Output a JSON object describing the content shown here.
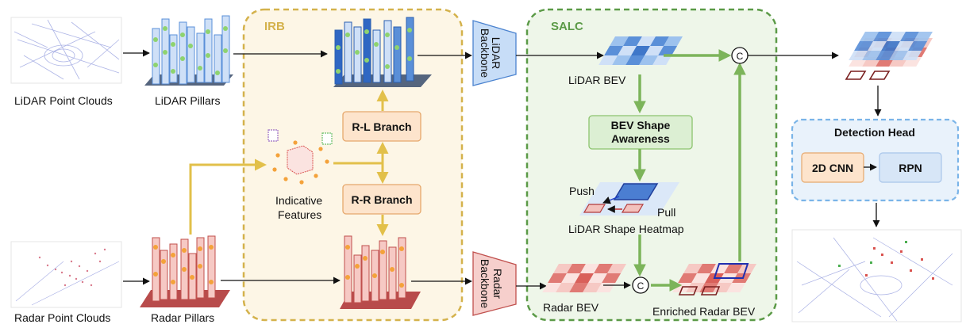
{
  "colors": {
    "irb": "#d4b24c",
    "salc": "#5b9a47",
    "lidar_blue": "#5a8fd8",
    "radar_red": "#e07a74",
    "yellow_arrow": "#e2c04a",
    "green_arrow": "#7cb45a",
    "head_border": "#7ab4e8"
  },
  "inputs": {
    "lidar_points": "LiDAR Point Clouds",
    "radar_points": "Radar Point Clouds"
  },
  "pillars": {
    "lidar": "LiDAR Pillars",
    "radar": "Radar Pillars"
  },
  "irb": {
    "title": "IRB",
    "rl_branch": "R-L Branch",
    "rr_branch": "R-R Branch",
    "indicative_line1": "Indicative",
    "indicative_line2": "Features"
  },
  "backbones": {
    "lidar_line1": "LiDAR",
    "lidar_line2": "Backbone",
    "radar_line1": "Radar",
    "radar_line2": "Backbone"
  },
  "salc": {
    "title": "SALC",
    "lidar_bev": "LiDAR BEV",
    "radar_bev": "Radar BEV",
    "shape_line1": "BEV Shape",
    "shape_line2": "Awareness",
    "push": "Push",
    "pull": "Pull",
    "heatmap": "LiDAR Shape Heatmap",
    "enriched": "Enriched Radar BEV",
    "concat": "C"
  },
  "head": {
    "title": "Detection Head",
    "cnn": "2D CNN",
    "rpn": "RPN"
  }
}
